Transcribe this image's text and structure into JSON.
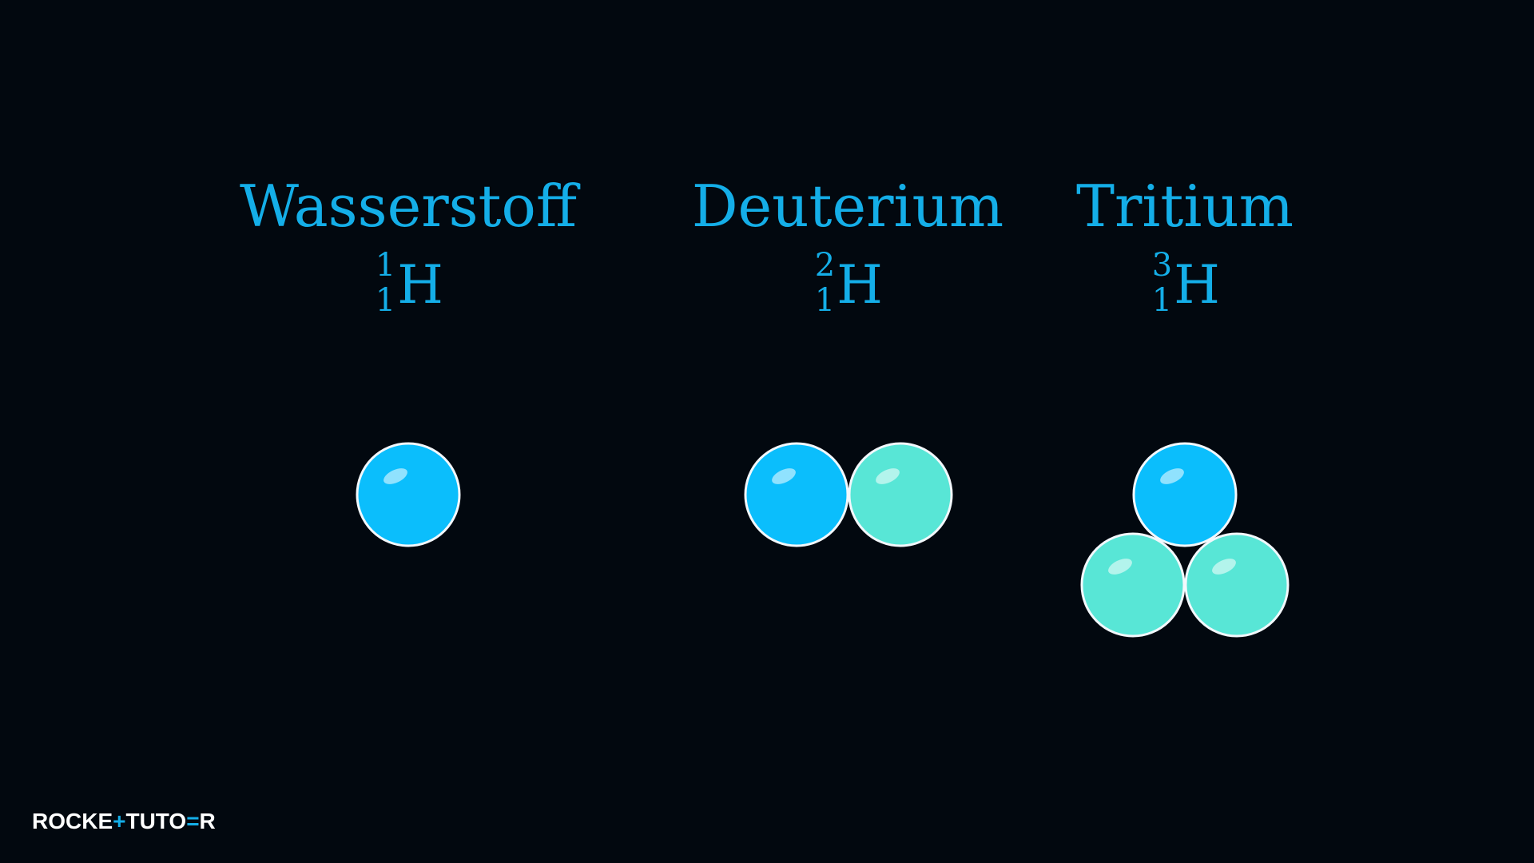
{
  "colors": {
    "background": "#02080f",
    "label": "#14aee8",
    "proton": "#0bbefc",
    "neutron": "#58e6d6",
    "outline": "#f2f8fc",
    "logo": "#ffffff"
  },
  "isotopes": [
    {
      "name": "Wasserstoff",
      "mass_number": "1",
      "atomic_number": "1",
      "symbol": "H",
      "protons": 1,
      "neutrons": 0
    },
    {
      "name": "Deuterium",
      "mass_number": "2",
      "atomic_number": "1",
      "symbol": "H",
      "protons": 1,
      "neutrons": 1
    },
    {
      "name": "Tritium",
      "mass_number": "3",
      "atomic_number": "1",
      "symbol": "H",
      "protons": 1,
      "neutrons": 2
    }
  ],
  "logo": {
    "part1": "ROCKE",
    "accent1": "+",
    "part2": "TUTO",
    "accent2": "=",
    "part3": "R"
  }
}
